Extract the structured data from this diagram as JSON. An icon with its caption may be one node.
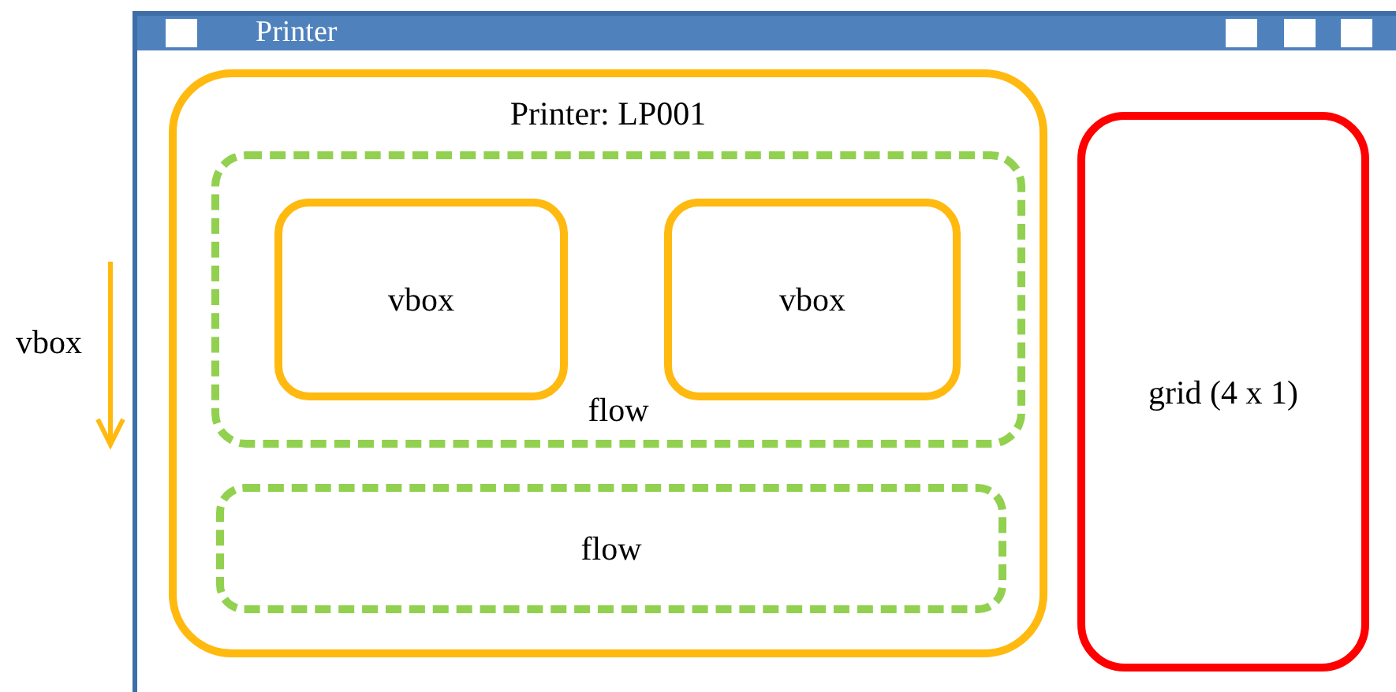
{
  "diagram": {
    "nodes": [
      {
        "text": [
          "Printer"
        ]
      },
      {
        "text": [
          "Printer: LP001"
        ],
        "in": 0
      },
      {
        "text": [
          "flow"
        ],
        "in": 1
      },
      {
        "text": [
          "vbox"
        ],
        "in": 2
      },
      {
        "text": [
          "vbox"
        ],
        "in": 2
      },
      {
        "text": [
          "flow"
        ],
        "in": 1
      },
      {
        "text": [
          "grid (4 x 1)"
        ],
        "in": 0
      }
    ],
    "labels": [
      "vbox"
    ]
  }
}
